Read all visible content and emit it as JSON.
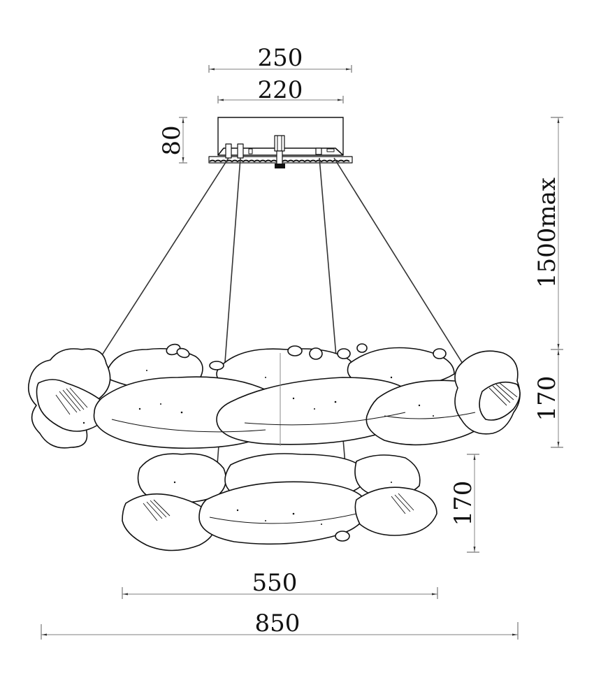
{
  "drawing": {
    "title": "Two-tier chandelier dimension drawing",
    "units": "mm",
    "colors": {
      "ink": "#111111",
      "dimension_line": "#999999",
      "background": "#ffffff"
    }
  },
  "dimensions": {
    "canopy_outer_width": "250",
    "canopy_inner_width": "220",
    "canopy_height": "80",
    "suspension_length": "1500max",
    "upper_ring_height": "170",
    "lower_ring_height": "170",
    "lower_ring_diameter": "550",
    "upper_ring_diameter": "850"
  },
  "components": {
    "canopy": "ceiling-canopy",
    "wires": 4,
    "tiers": [
      "upper-ring-850",
      "lower-ring-550"
    ]
  }
}
